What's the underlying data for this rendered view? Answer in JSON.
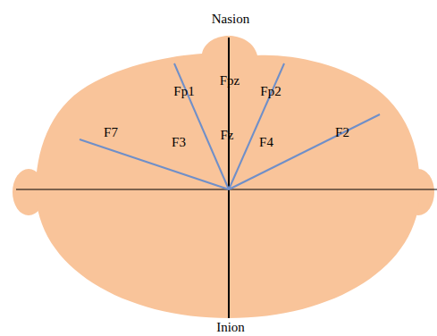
{
  "diagram": {
    "labels": [
      "Nasion",
      "Fpz",
      "Fp1",
      "Fp2",
      "F7",
      "F3",
      "Fz",
      "F4",
      "F2",
      "Inion"
    ]
  }
}
